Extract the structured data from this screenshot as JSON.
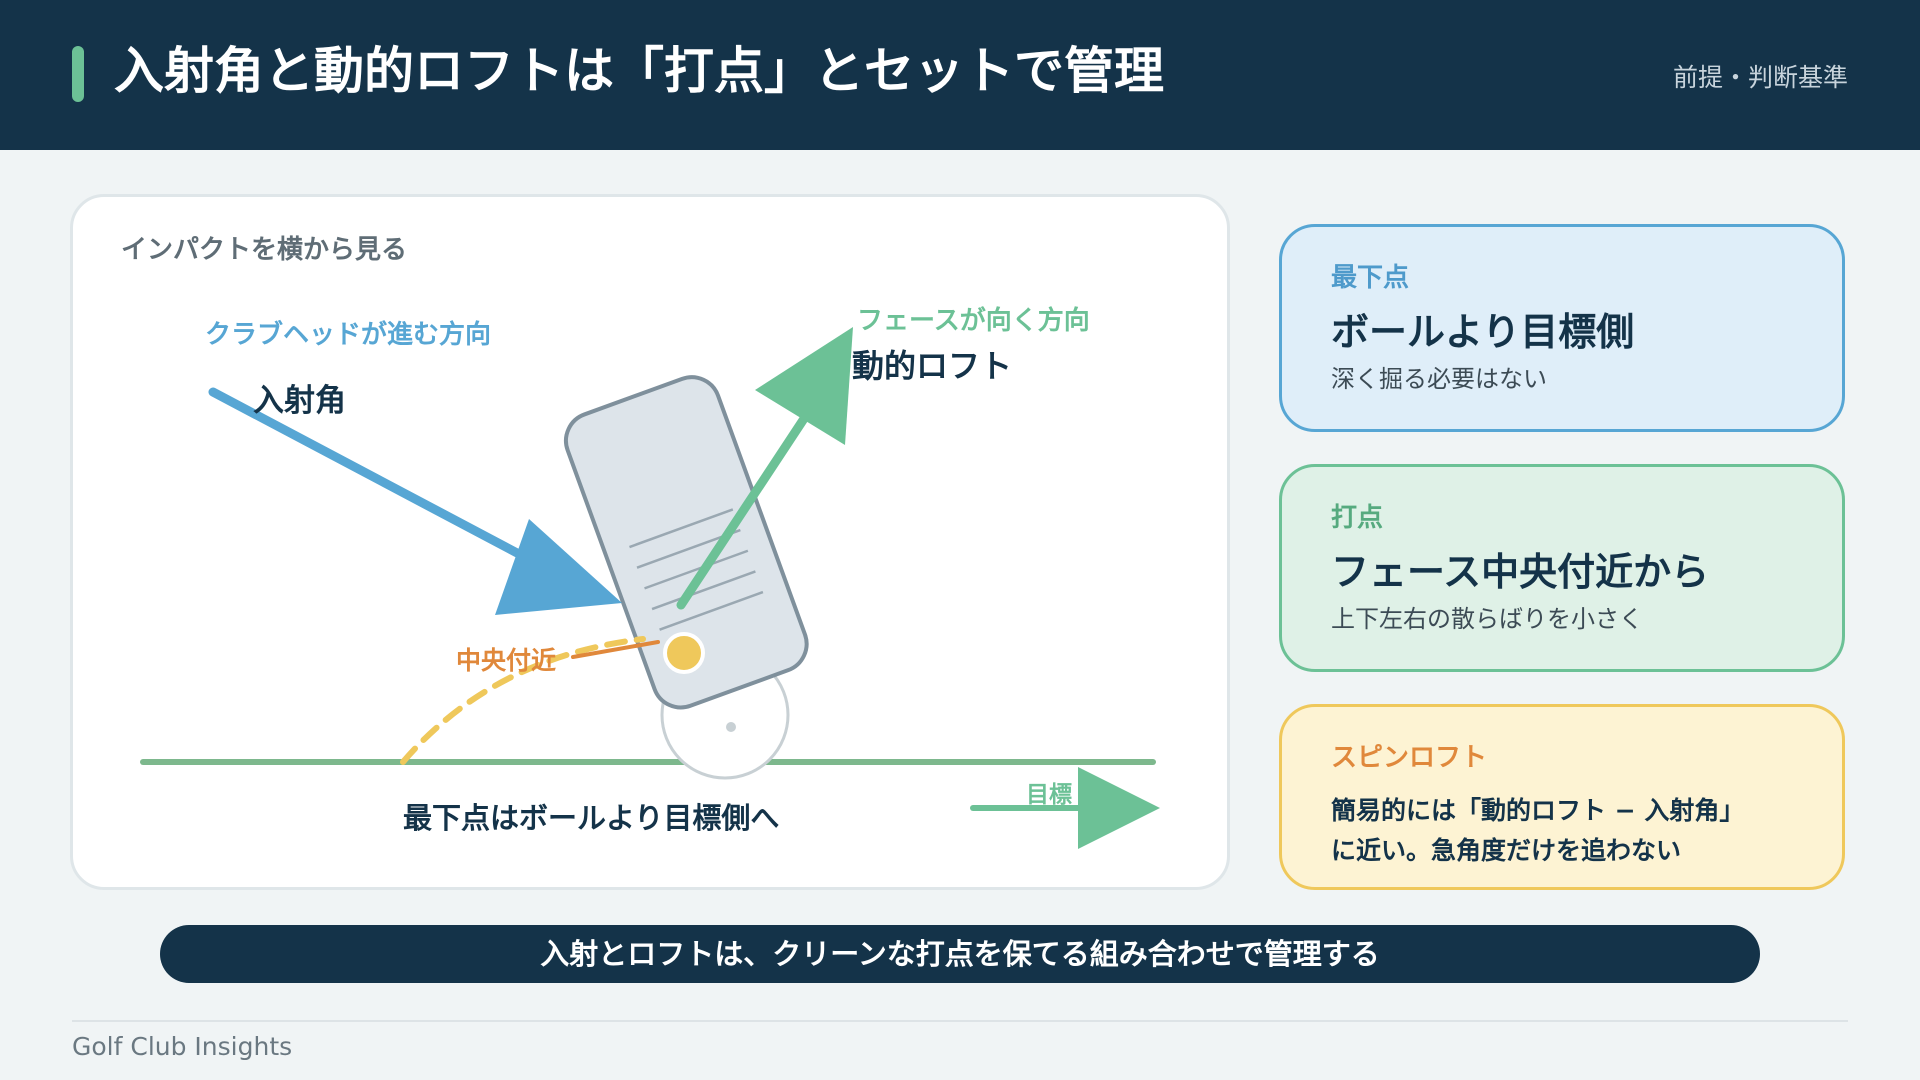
{
  "header": {
    "title": "入射角と動的ロフトは「打点」とセットで管理",
    "tag": "前提・判断基準"
  },
  "diagram": {
    "panel_label": "インパクトを横から見る",
    "club_path_label": "クラブヘッドが進む方向",
    "attack_angle_label": "入射角",
    "face_direction_label": "フェースが向く方向",
    "dynamic_loft_label": "動的ロフト",
    "center_label": "中央付近",
    "low_point_label": "最下点はボールより目標側へ",
    "target_label": "目標"
  },
  "cards": {
    "low_point": {
      "kicker": "最下点",
      "headline": "ボールより目標側",
      "sub": "深く掘る必要はない"
    },
    "strike": {
      "kicker": "打点",
      "headline": "フェース中央付近から",
      "sub": "上下左右の散らばりを小さく"
    },
    "spin_loft": {
      "kicker": "スピンロフト",
      "line1": "簡易的には「動的ロフト − 入射角」",
      "line2": "に近い。急角度だけを追わない"
    }
  },
  "banner": "入射とロフトは、クリーンな打点を保てる組み合わせで管理する",
  "footer": "Golf Club Insights",
  "colors": {
    "navy": "#143349",
    "blue": "#57a6d4",
    "green": "#6cc196",
    "orange": "#e0883b",
    "yellow": "#efc85b"
  }
}
